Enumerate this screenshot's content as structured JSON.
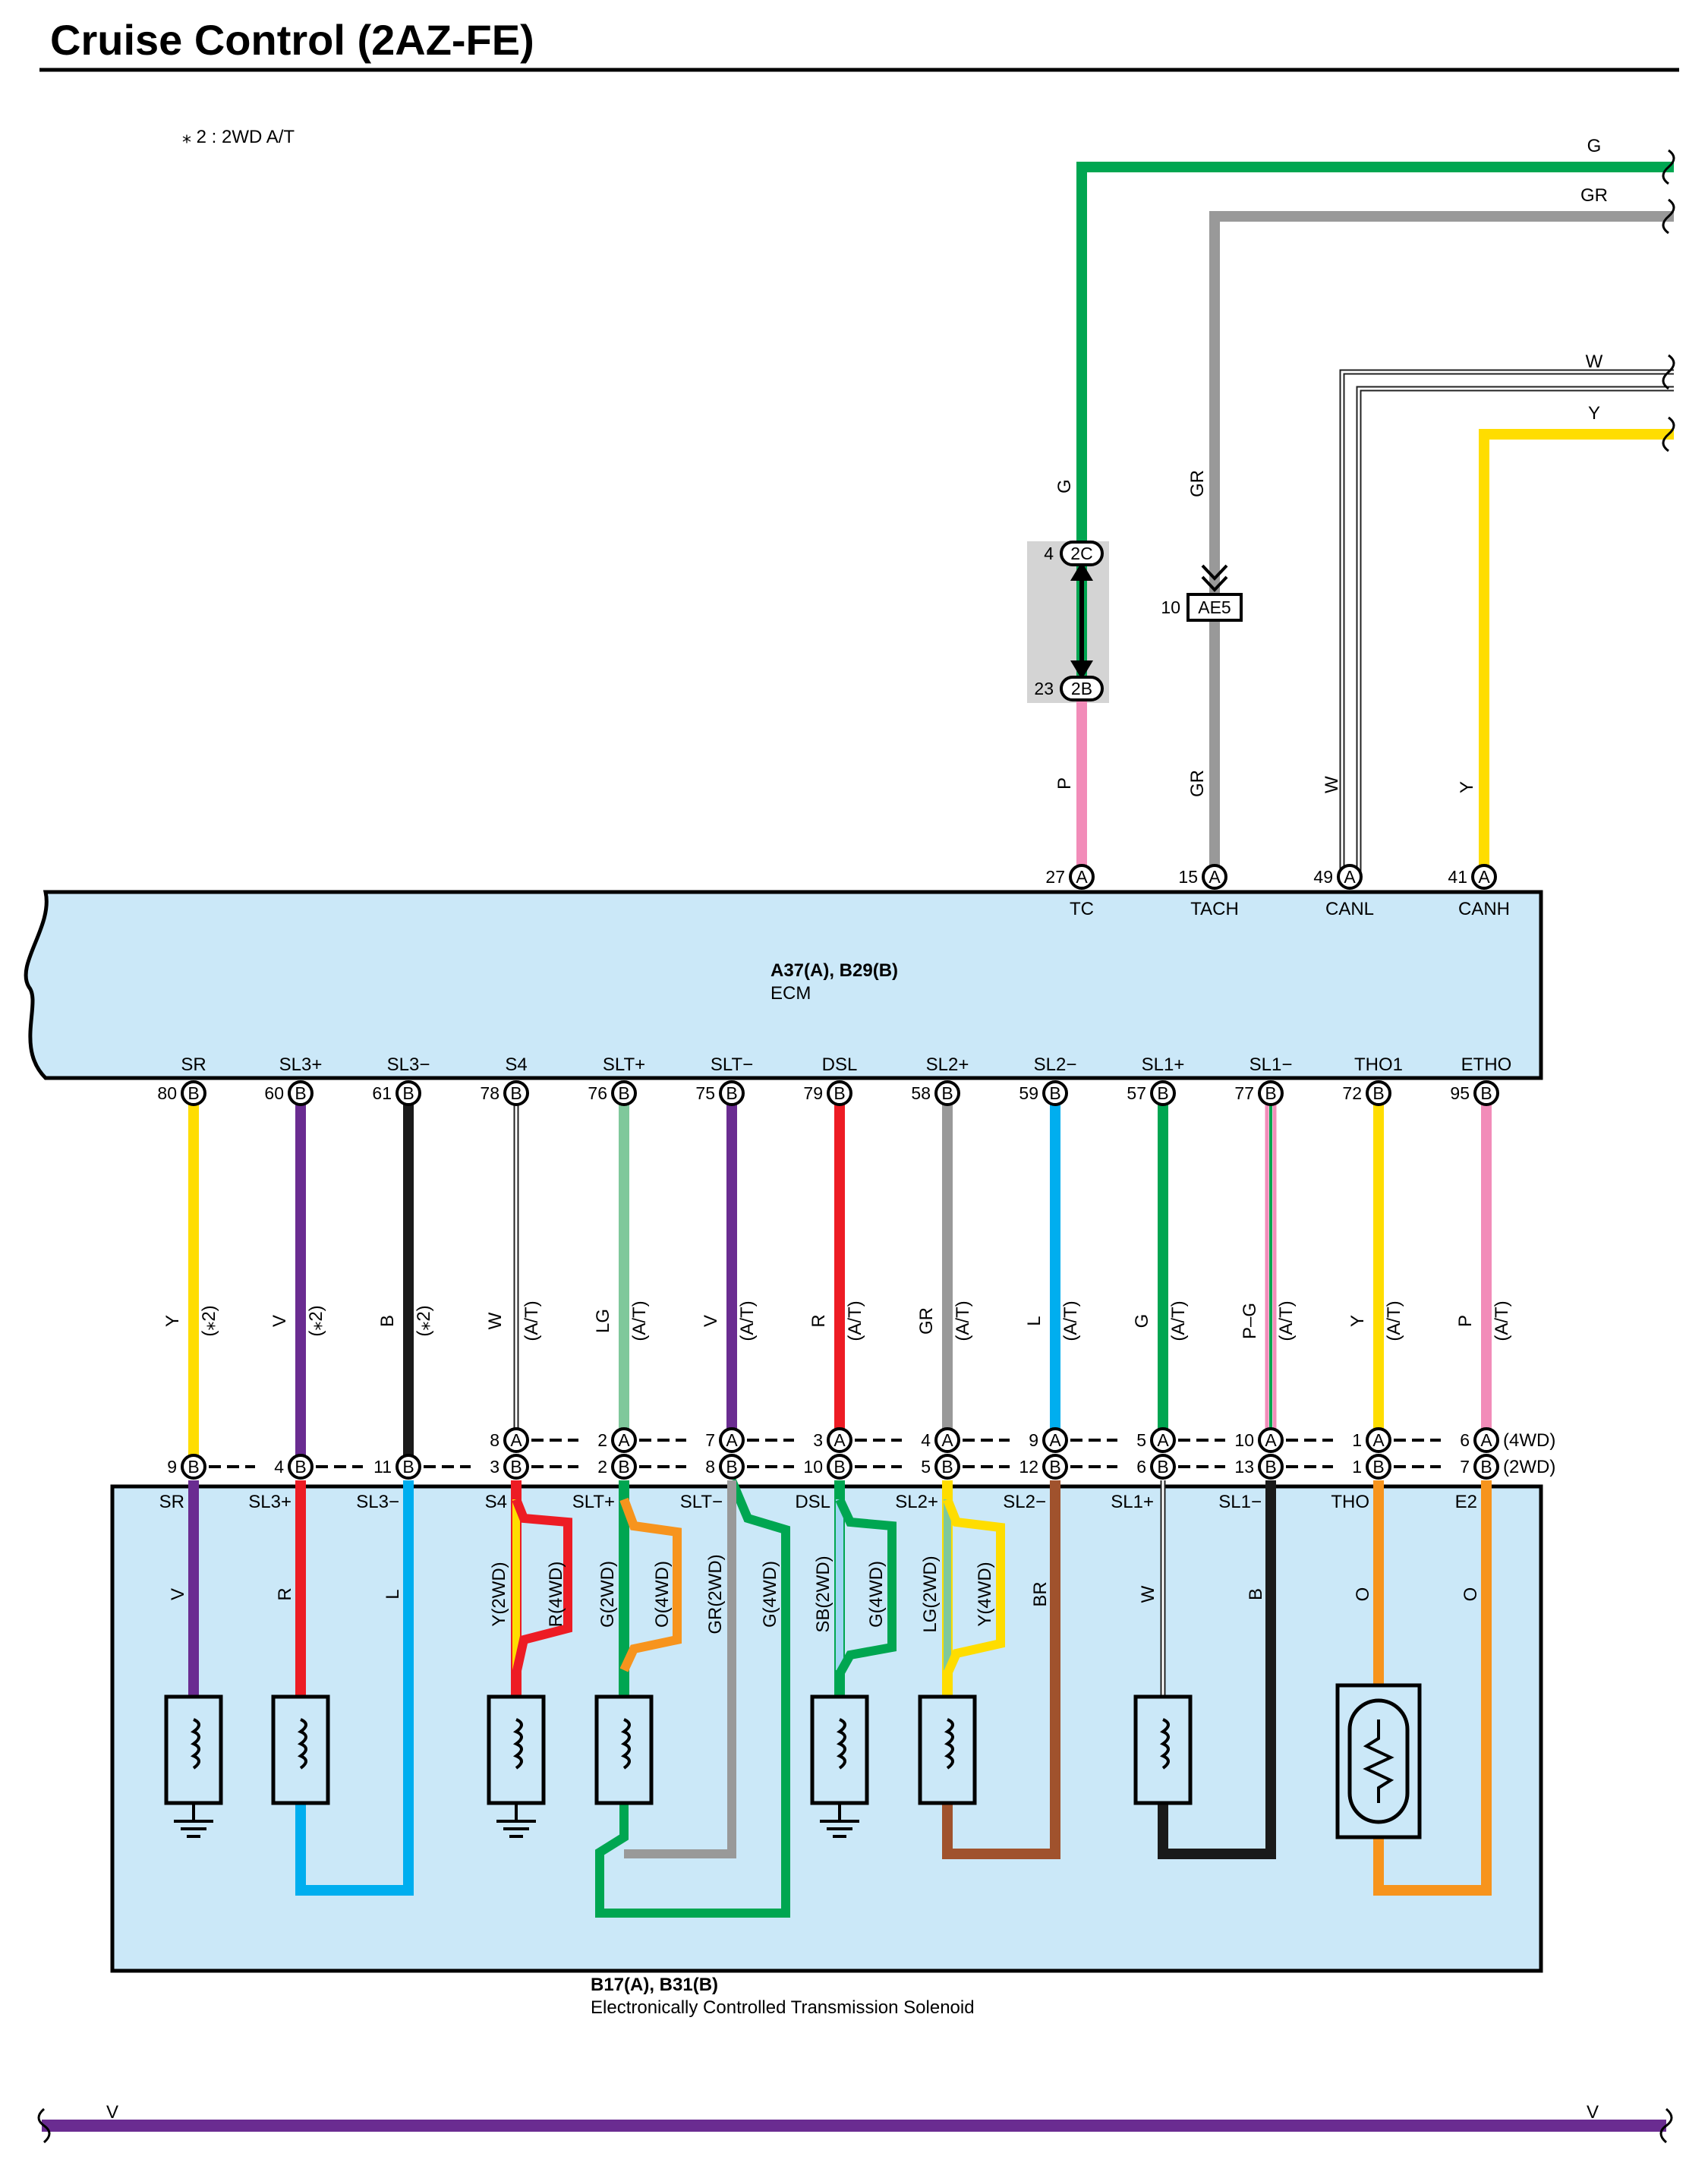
{
  "title": "Cruise Control (2AZ-FE)",
  "note": "⁎ 2 : 2WD A/T",
  "colors": {
    "G": "#00a651",
    "GR": "#999999",
    "W": "#ffffff",
    "Y": "#ffdd00",
    "P": "#f28cb9",
    "V": "#6a2c91",
    "B": "#1a1a1a",
    "LG": "#7fc89b",
    "R": "#ed1c24",
    "L": "#00aeef",
    "O": "#f7941d",
    "BR": "#a0522d",
    "SB": "#9fd6f2",
    "box": "#cbe8f8",
    "shade": "#d4d4d4"
  },
  "right_leads": [
    "G",
    "GR",
    "W",
    "Y"
  ],
  "upper_wires": [
    {
      "code": "TC",
      "pin": "27",
      "connector": "A",
      "color": "P"
    },
    {
      "code": "TACH",
      "pin": "15",
      "connector": "A",
      "color": "GR"
    },
    {
      "code": "CANL",
      "pin": "49",
      "connector": "A",
      "color": "W"
    },
    {
      "code": "CANH",
      "pin": "41",
      "connector": "A",
      "color": "Y"
    }
  ],
  "junction_2C": {
    "pin": "4",
    "name": "2C",
    "wire": "G"
  },
  "junction_2B": {
    "pin": "23",
    "name": "2B",
    "wire": "P"
  },
  "connector_AE5": {
    "pin": "10",
    "name": "AE5",
    "wire": "GR"
  },
  "ecm": {
    "connectors": "A37(A), B29(B)",
    "name": "ECM"
  },
  "ecm_terminals": [
    {
      "code": "SR",
      "pin": "80",
      "connector": "B",
      "wire": "Y",
      "note": "(⁎2)",
      "pin_4wd": "",
      "pin_2wd": "9"
    },
    {
      "code": "SL3+",
      "pin": "60",
      "connector": "B",
      "wire": "V",
      "note": "(⁎2)",
      "pin_4wd": "",
      "pin_2wd": "4"
    },
    {
      "code": "SL3−",
      "pin": "61",
      "connector": "B",
      "wire": "B",
      "note": "(⁎2)",
      "pin_4wd": "",
      "pin_2wd": "11"
    },
    {
      "code": "S4",
      "pin": "78",
      "connector": "B",
      "wire": "W",
      "note": "(A/T)",
      "pin_4wd": "8",
      "pin_2wd": "3"
    },
    {
      "code": "SLT+",
      "pin": "76",
      "connector": "B",
      "wire": "LG",
      "note": "(A/T)",
      "pin_4wd": "2",
      "pin_2wd": "2"
    },
    {
      "code": "SLT−",
      "pin": "75",
      "connector": "B",
      "wire": "V",
      "note": "(A/T)",
      "pin_4wd": "7",
      "pin_2wd": "8"
    },
    {
      "code": "DSL",
      "pin": "79",
      "connector": "B",
      "wire": "R",
      "note": "(A/T)",
      "pin_4wd": "3",
      "pin_2wd": "10"
    },
    {
      "code": "SL2+",
      "pin": "58",
      "connector": "B",
      "wire": "GR",
      "note": "(A/T)",
      "pin_4wd": "4",
      "pin_2wd": "5"
    },
    {
      "code": "SL2−",
      "pin": "59",
      "connector": "B",
      "wire": "L",
      "note": "(A/T)",
      "pin_4wd": "9",
      "pin_2wd": "12"
    },
    {
      "code": "SL1+",
      "pin": "57",
      "connector": "B",
      "wire": "G",
      "note": "(A/T)",
      "pin_4wd": "5",
      "pin_2wd": "6"
    },
    {
      "code": "SL1−",
      "pin": "77",
      "connector": "B",
      "wire": "P–G",
      "note": "(A/T)",
      "pin_4wd": "10",
      "pin_2wd": "13"
    },
    {
      "code": "THO1",
      "pin": "72",
      "connector": "B",
      "wire": "Y",
      "note": "(A/T)",
      "pin_4wd": "1",
      "pin_2wd": "1"
    },
    {
      "code": "ETHO",
      "pin": "95",
      "connector": "B",
      "wire": "P",
      "note": "(A/T)",
      "pin_4wd": "6",
      "pin_2wd": "7"
    }
  ],
  "row_labels": {
    "wd4": "(4WD)",
    "wd2": "(2WD)",
    "conn_a": "A",
    "conn_b": "B"
  },
  "solenoid_terminals": [
    "SR",
    "SL3+",
    "SL3−",
    "S4",
    "SLT+",
    "SLT−",
    "DSL",
    "SL2+",
    "SL2−",
    "SL1+",
    "SL1−",
    "THO",
    "E2"
  ],
  "solenoid_wire_labels": [
    "V",
    "R",
    "L",
    "Y(2WD)",
    "R(4WD)",
    "G(2WD)",
    "O(4WD)",
    "GR(2WD)",
    "G(4WD)",
    "SB(2WD)",
    "G(4WD)",
    "LG(2WD)",
    "Y(4WD)",
    "BR",
    "W",
    "B",
    "O",
    "O"
  ],
  "solenoid": {
    "connectors": "B17(A), B31(B)",
    "name": "Electronically Controlled Transmission Solenoid"
  },
  "bottom_wire": {
    "left": "V",
    "right": "V"
  }
}
